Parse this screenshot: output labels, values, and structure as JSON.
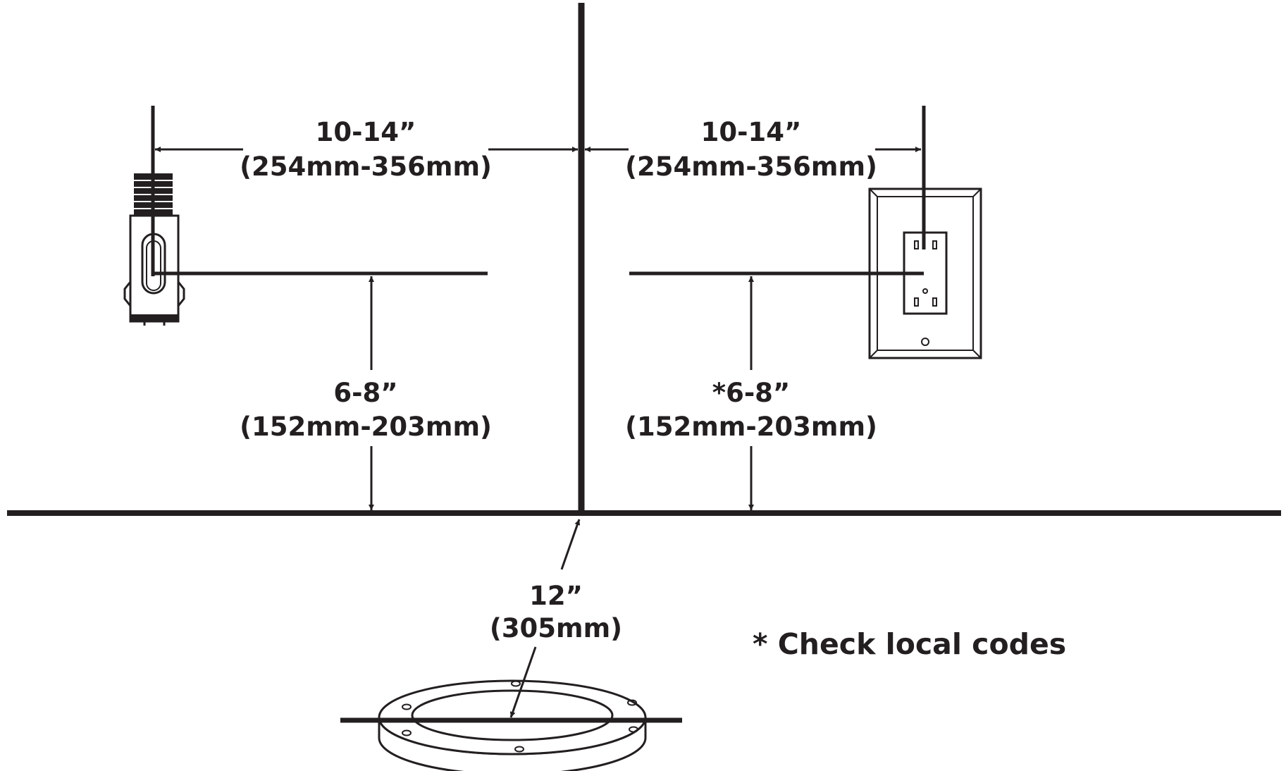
{
  "supply_valve": {
    "horizontal_dimension": {
      "inches": "10-14”",
      "metric": "(254mm-356mm)"
    },
    "vertical_dimension": {
      "inches": "6-8”",
      "metric": "(152mm-203mm)"
    }
  },
  "electrical_outlet": {
    "horizontal_dimension": {
      "inches": "10-14”",
      "metric": "(254mm-356mm)"
    },
    "vertical_dimension": {
      "inches": "*6-8”",
      "metric": "(152mm-203mm)"
    }
  },
  "toilet_flange": {
    "dimension": {
      "inches": "12”",
      "metric": "(305mm)"
    }
  },
  "footnote": "* Check local codes",
  "colors": {
    "ink": "#231f20",
    "background": "#ffffff"
  },
  "icons": [
    "water-supply-valve-icon",
    "electrical-outlet-icon",
    "toilet-flange-icon"
  ]
}
